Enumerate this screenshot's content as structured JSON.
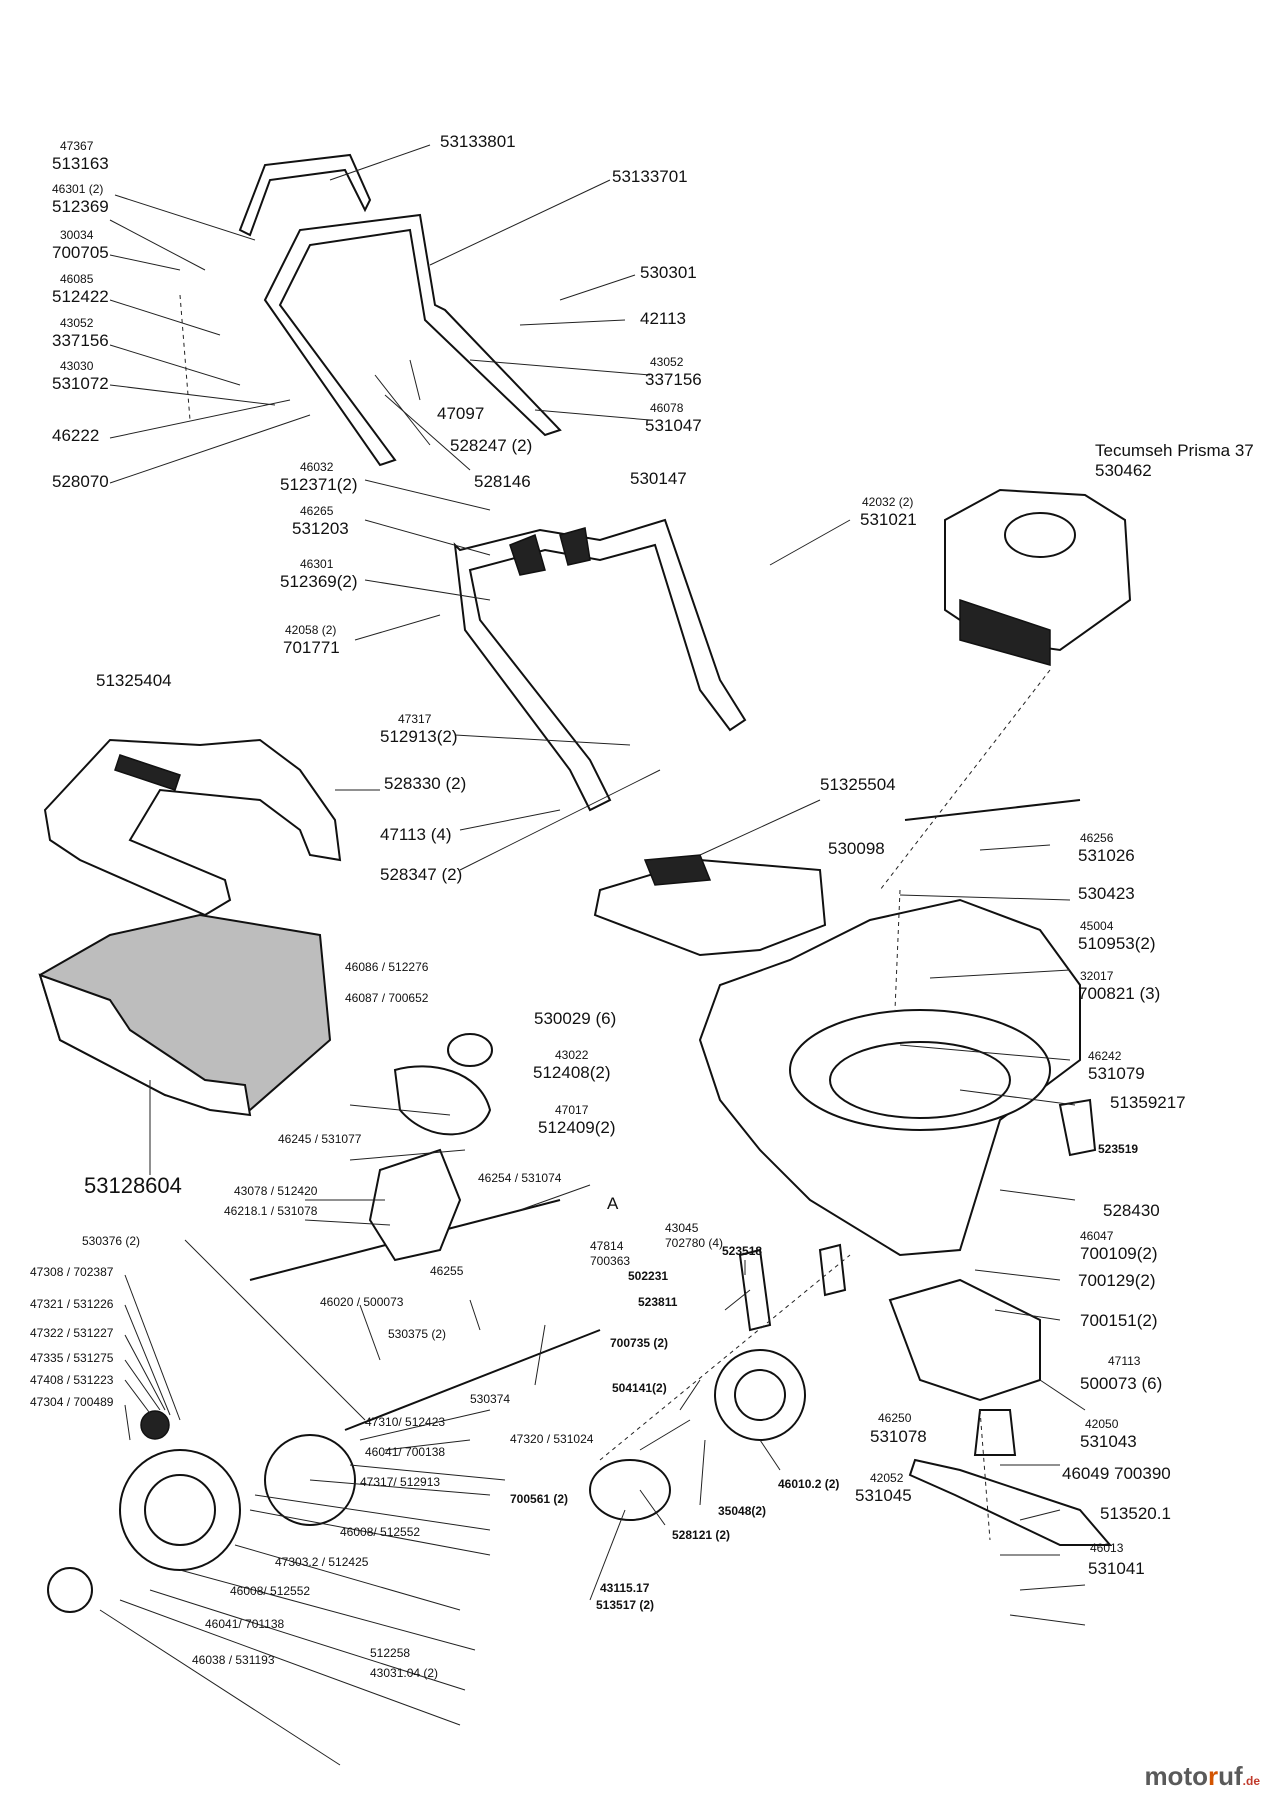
{
  "labels": {
    "l1": "47367",
    "l2": "513163",
    "l3": "53133801",
    "l4": "53133701",
    "l5": "46301 (2)",
    "l6": "512369",
    "l7": "30034",
    "l8": "700705",
    "l9": "46085",
    "l10": "512422",
    "l11": "43052",
    "l12": "337156",
    "l13": "43030",
    "l14": "531072",
    "l15": "46222",
    "l16": "528070",
    "l17": "530301",
    "l18": "42113",
    "l19": "43052",
    "l20": "337156",
    "l21": "46078",
    "l22": "531047",
    "l23": "47097",
    "l24": "528247 (2)",
    "l25": "528146",
    "l26": "46032",
    "l27": "512371(2)",
    "l28": "46265",
    "l29": "531203",
    "l30": "46301",
    "l31": "512369(2)",
    "l32": "530147",
    "l33": "42032 (2)",
    "l34": "531021",
    "l35": "Tecumseh Prisma 37",
    "l36": "530462",
    "l37": "42058 (2)",
    "l38": "701771",
    "l39": "51325404",
    "l40": "47317",
    "l41": "512913(2)",
    "l42": "528330 (2)",
    "l43": "47113 (4)",
    "l44": "528347 (2)",
    "l45": "51325504",
    "l46": "530098",
    "l47": "46256",
    "l48": "531026",
    "l49": "530423",
    "l50": "45004",
    "l51": "510953(2)",
    "l52": "32017",
    "l53": "700821 (3)",
    "l54": "46086 / 512276",
    "l55": "46087 / 700652",
    "l56": "530029 (6)",
    "l57": "43022",
    "l58": "512408(2)",
    "l59": "46242",
    "l60": "531079",
    "l61": "51359217",
    "l62": "47017",
    "l63": "512409(2)",
    "l64": "523519",
    "l65": "46245 / 531077",
    "l66": "53128604",
    "l67": "43078 / 512420",
    "l68": "46218.1 / 531078",
    "l69": "46254 / 531074",
    "l70": "A",
    "l71": "43045",
    "l72": "702780 (4)",
    "l73": "528430",
    "l74": "46047",
    "l75": "700109(2)",
    "l76": "530376 (2)",
    "l77": "47814",
    "l78": "700363",
    "l79": "46255",
    "l80": "523518",
    "l81": "700129(2)",
    "l82": "47308 / 702387",
    "l83": "502231",
    "l84": "46020 / 500073",
    "l85": "47321 / 531226",
    "l86": "523811",
    "l87": "700151(2)",
    "l88": "530375 (2)",
    "l89": "47322 / 531227",
    "l90": "700735 (2)",
    "l91": "47113",
    "l92": "47335 / 531275",
    "l93": "500073 (6)",
    "l94": "47408 / 531223",
    "l95": "504141(2)",
    "l96": "530374",
    "l97": "47304 / 700489",
    "l98": "46250",
    "l99": "531078",
    "l100": "42050",
    "l101": "531043",
    "l102": "47310/ 512423",
    "l103": "47320 / 531024",
    "l104": "46041/ 700138",
    "l105": "46049 700390",
    "l106": "700561 (2)",
    "l107": "46010.2 (2)",
    "l108": "42052",
    "l109": "531045",
    "l110": "47317/ 512913",
    "l111": "35048(2)",
    "l112": "513520.1",
    "l113": "46008/ 512552",
    "l114": "528121 (2)",
    "l115": "46013",
    "l116": "531041",
    "l117": "47303.2 / 512425",
    "l118": "43115.17",
    "l119": "513517 (2)",
    "l120": "46008/ 512552",
    "l121": "46041/ 701138",
    "l122": "46038 / 531193",
    "l123": "512258",
    "l124": "43031.04 (2)"
  },
  "watermark": {
    "brand_start": "moto",
    "brand_o": "r",
    "brand_end": "uf",
    "tld": ".de"
  }
}
